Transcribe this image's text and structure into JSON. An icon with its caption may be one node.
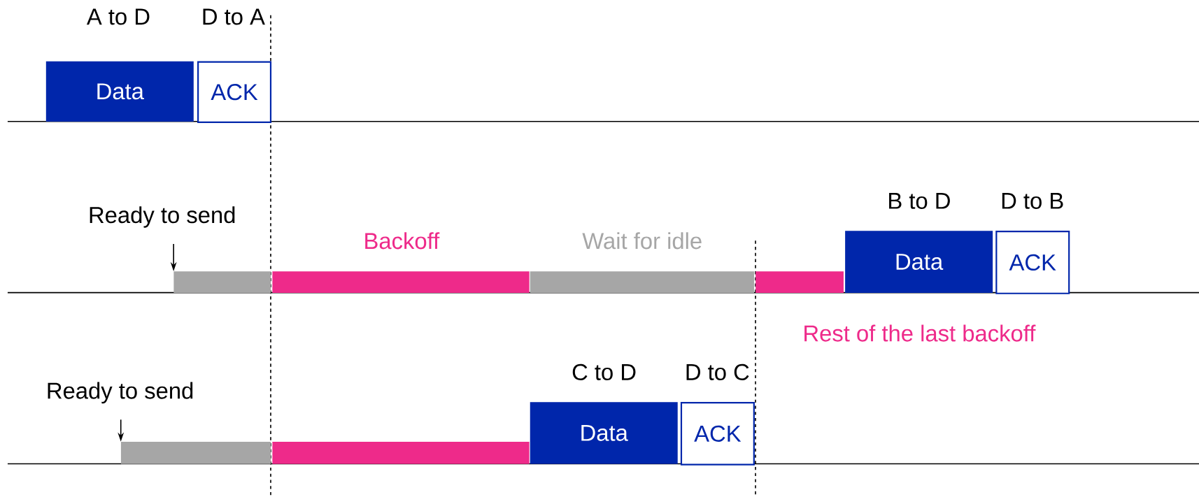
{
  "diagram": {
    "nodes": [
      {
        "text": [
          "A to D",
          "Data"
        ]
      },
      {
        "text": [
          "D to A",
          "ACK"
        ]
      },
      {
        "text": [
          "Ready to send"
        ]
      },
      {
        "text": [],
        "shape": "bar"
      },
      {
        "text": [
          "Backoff"
        ]
      },
      {
        "text": [
          "Wait for idle"
        ]
      },
      {
        "text": [],
        "shape": "bar",
        "beside": [
          "Rest of the last backoff"
        ]
      },
      {
        "text": [
          "B to D",
          "Data"
        ]
      },
      {
        "text": [
          "D to B",
          "ACK"
        ]
      },
      {
        "text": [
          "Ready to send"
        ]
      },
      {
        "text": [],
        "shape": "bar"
      },
      {
        "text": [],
        "shape": "bar"
      },
      {
        "text": [
          "C to D",
          "Data"
        ]
      },
      {
        "text": [
          "D to C",
          "ACK"
        ]
      }
    ],
    "edges": [
      {
        "from": 2,
        "to": 3,
        "arrow": "to"
      },
      {
        "from": 9,
        "to": 10,
        "arrow": "to"
      }
    ]
  }
}
